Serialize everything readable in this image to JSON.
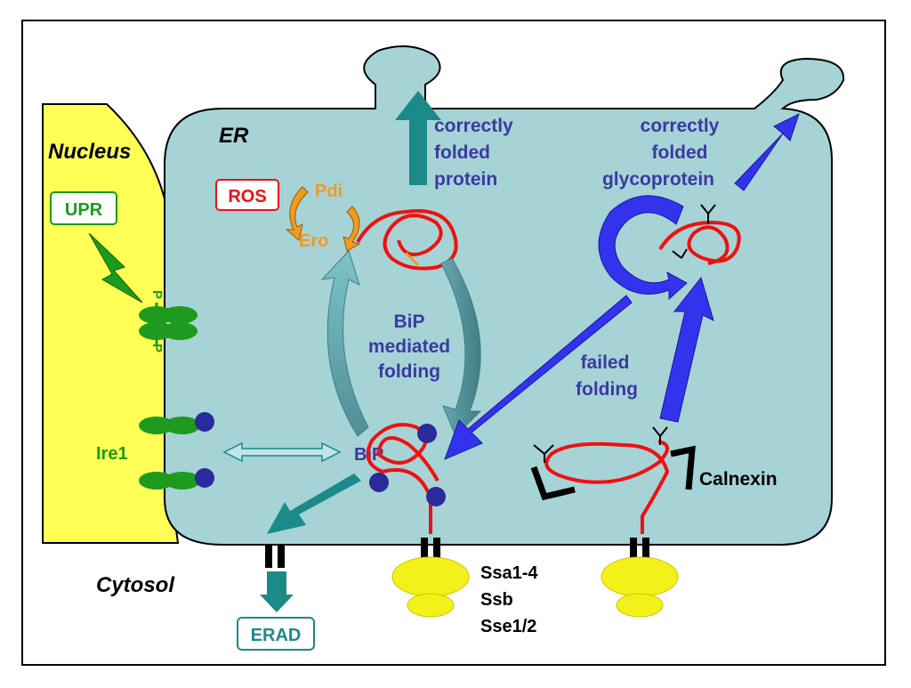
{
  "compartments": {
    "nucleus": "Nucleus",
    "er": "ER",
    "cytosol": "Cytosol"
  },
  "labels": {
    "upr": "UPR",
    "ros": "ROS",
    "pdi": "Pdi",
    "ero": "Ero",
    "phospho_top": "P",
    "phospho_bottom": "P",
    "ire1": "Ire1",
    "bip": "BiP",
    "bip_folding": [
      "BiP",
      "mediated",
      "folding"
    ],
    "correct_protein": [
      "correctly",
      "folded",
      "protein"
    ],
    "correct_glyco": [
      "correctly",
      "folded",
      "glycoprotein"
    ],
    "failed_folding": [
      "failed",
      "folding"
    ],
    "calnexin": "Calnexin",
    "erad": "ERAD",
    "chaperones": [
      "Ssa1-4",
      "Ssb",
      "Sse1/2"
    ]
  },
  "colors": {
    "nucleus_fill": "#ffff55",
    "er_fill": "#a6d3d6",
    "green": "#1e9a1e",
    "teal": "#1c8a88",
    "blue": "#3333ee",
    "label_blue": "#3a3aa0",
    "orange": "#f29a1c",
    "red": "#ee1111",
    "bip_dot": "#2a2a9a",
    "ribosome": "#f2f21a"
  }
}
